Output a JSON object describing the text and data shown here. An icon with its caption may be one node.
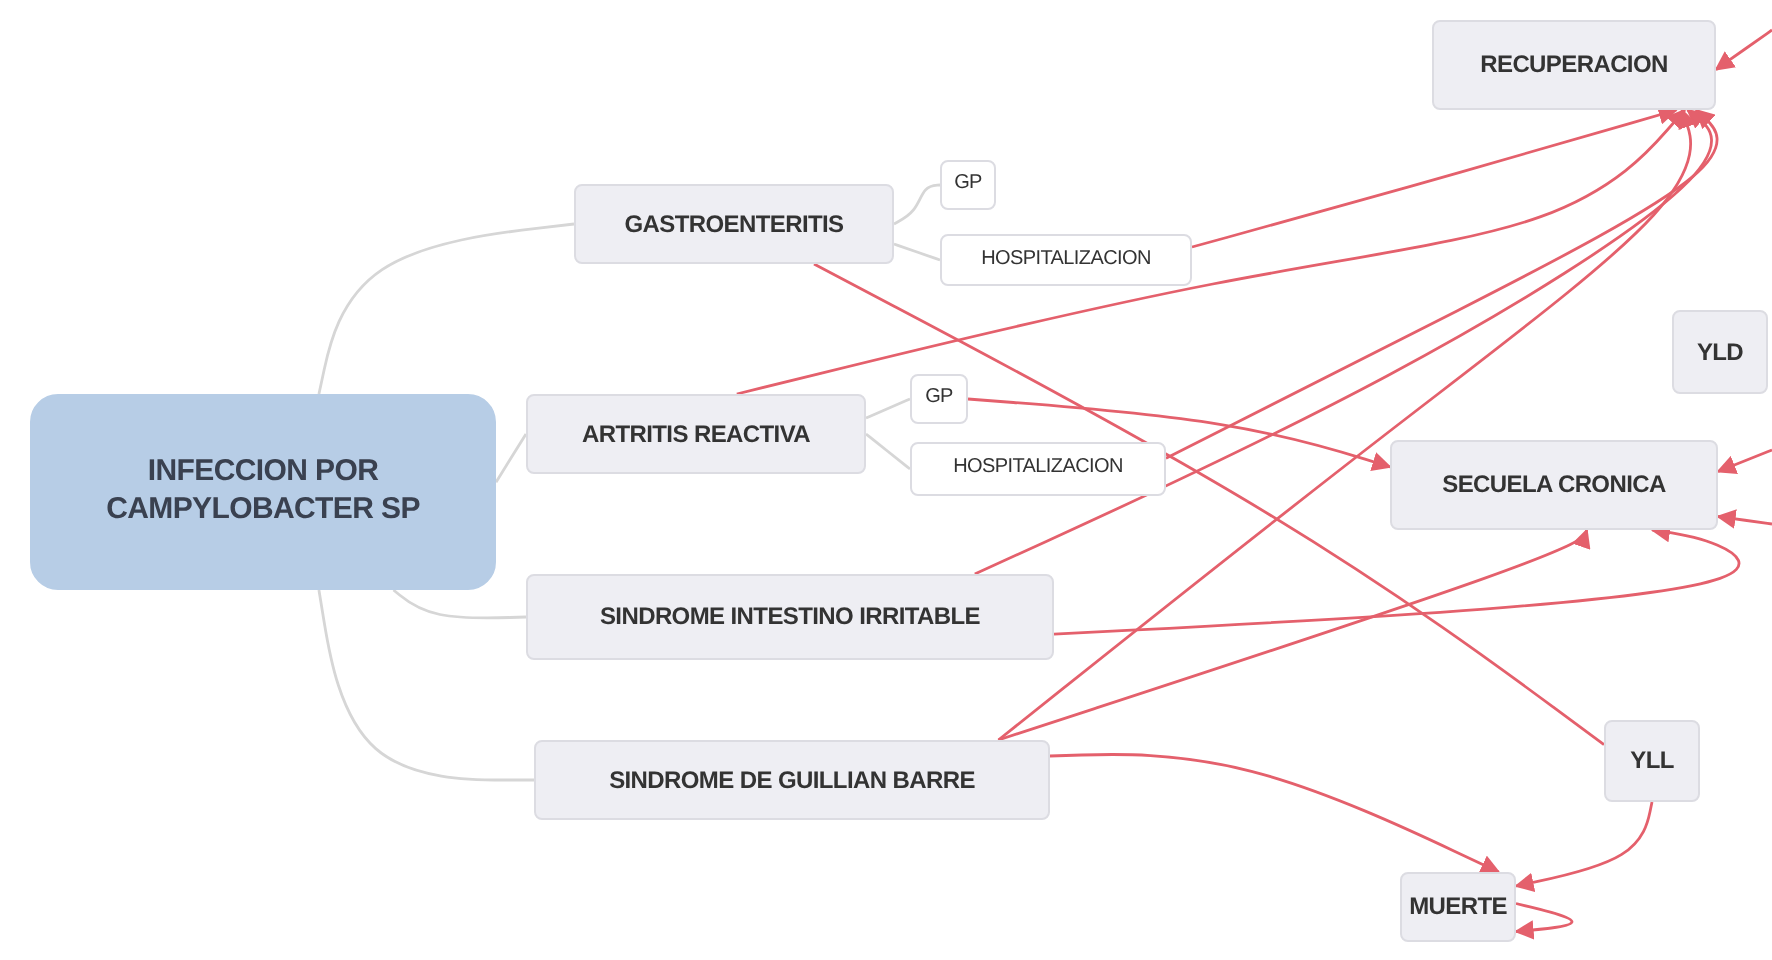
{
  "diagram": {
    "nodes": [
      {
        "text": [
          "INFECCION POR CAMPYLOBACTER SP"
        ]
      },
      {
        "text": [
          "GASTROENTERITIS"
        ]
      },
      {
        "text": [
          "GP"
        ]
      },
      {
        "text": [
          "HOSPITALIZACION"
        ]
      },
      {
        "text": [
          "ARTRITIS REACTIVA"
        ]
      },
      {
        "text": [
          "GP"
        ]
      },
      {
        "text": [
          "HOSPITALIZACION"
        ]
      },
      {
        "text": [
          "SINDROME INTESTINO IRRITABLE"
        ]
      },
      {
        "text": [
          "SINDROME DE GUILLIAN BARRE"
        ]
      },
      {
        "text": [
          "RECUPERACION"
        ]
      },
      {
        "text": [
          "YLD"
        ]
      },
      {
        "text": [
          "SECUELA CRONICA"
        ]
      },
      {
        "text": [
          "YLL"
        ]
      },
      {
        "text": [
          "MUERTE"
        ]
      }
    ],
    "edges": [
      {
        "from": 0,
        "to": 1,
        "arrow": "none",
        "color": "#d6d6d6"
      },
      {
        "from": 0,
        "to": 4,
        "arrow": "none",
        "color": "#d6d6d6"
      },
      {
        "from": 0,
        "to": 7,
        "arrow": "none",
        "color": "#d6d6d6"
      },
      {
        "from": 0,
        "to": 8,
        "arrow": "none",
        "color": "#d6d6d6"
      },
      {
        "from": 1,
        "to": 2,
        "arrow": "none",
        "color": "#d6d6d6"
      },
      {
        "from": 1,
        "to": 3,
        "arrow": "none",
        "color": "#d6d6d6"
      },
      {
        "from": 4,
        "to": 5,
        "arrow": "none",
        "color": "#d6d6d6"
      },
      {
        "from": 4,
        "to": 6,
        "arrow": "none",
        "color": "#d6d6d6"
      },
      {
        "from": 3,
        "to": 9,
        "arrow": "to"
      },
      {
        "from": 4,
        "to": 9,
        "arrow": "to"
      },
      {
        "from": 6,
        "to": 9,
        "arrow": "to"
      },
      {
        "from": 7,
        "to": 9,
        "arrow": "to"
      },
      {
        "from": 8,
        "to": 9,
        "arrow": "to"
      },
      {
        "from": 5,
        "to": 11,
        "arrow": "to"
      },
      {
        "from": 7,
        "to": 11,
        "arrow": "to"
      },
      {
        "from": 8,
        "to": 11,
        "arrow": "to"
      },
      {
        "from": 1,
        "to": 12,
        "arrow": "none"
      },
      {
        "from": 12,
        "to": 13,
        "arrow": "to"
      },
      {
        "from": 8,
        "to": 13,
        "arrow": "to"
      },
      {
        "from": 13,
        "to": 13,
        "arrow": "to"
      },
      {
        "from": null,
        "to": 9,
        "arrow": "to"
      },
      {
        "from": null,
        "to": 11,
        "arrow": "to"
      },
      {
        "from": null,
        "to": 11,
        "arrow": "to"
      }
    ]
  }
}
